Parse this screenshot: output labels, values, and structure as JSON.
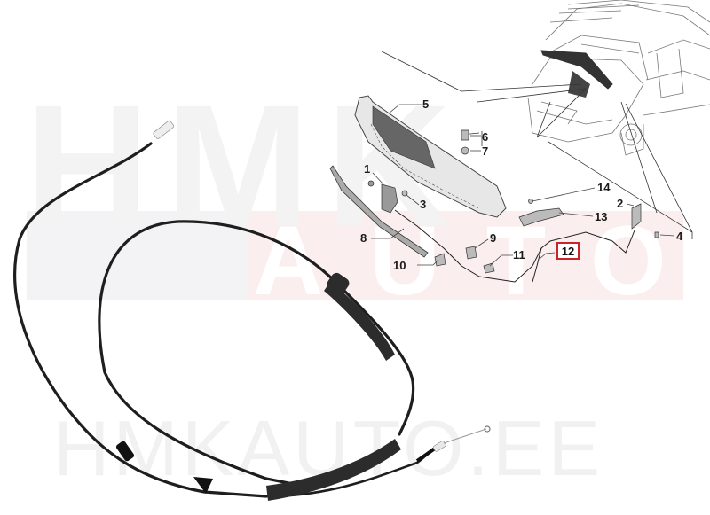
{
  "watermark": {
    "top_text": "HMK",
    "middle_text": "AUTO",
    "bottom_text": "HMKAUTO.EE"
  },
  "diagram": {
    "subject": "van-front-hood-release",
    "callouts": [
      {
        "id": "1",
        "label": "1"
      },
      {
        "id": "2",
        "label": "2"
      },
      {
        "id": "3",
        "label": "3"
      },
      {
        "id": "4",
        "label": "4"
      },
      {
        "id": "5",
        "label": "5"
      },
      {
        "id": "6",
        "label": "6"
      },
      {
        "id": "7",
        "label": "7"
      },
      {
        "id": "8",
        "label": "8"
      },
      {
        "id": "9",
        "label": "9"
      },
      {
        "id": "10",
        "label": "10"
      },
      {
        "id": "11",
        "label": "11"
      },
      {
        "id": "12",
        "label": "12",
        "highlighted": true
      },
      {
        "id": "13",
        "label": "13"
      },
      {
        "id": "14",
        "label": "14"
      }
    ],
    "highlight_color": "#c8242b"
  },
  "product": {
    "type": "hood-release-cable",
    "cable_color": "#1e1e1e",
    "sleeve_color": "#2c2c2c"
  }
}
